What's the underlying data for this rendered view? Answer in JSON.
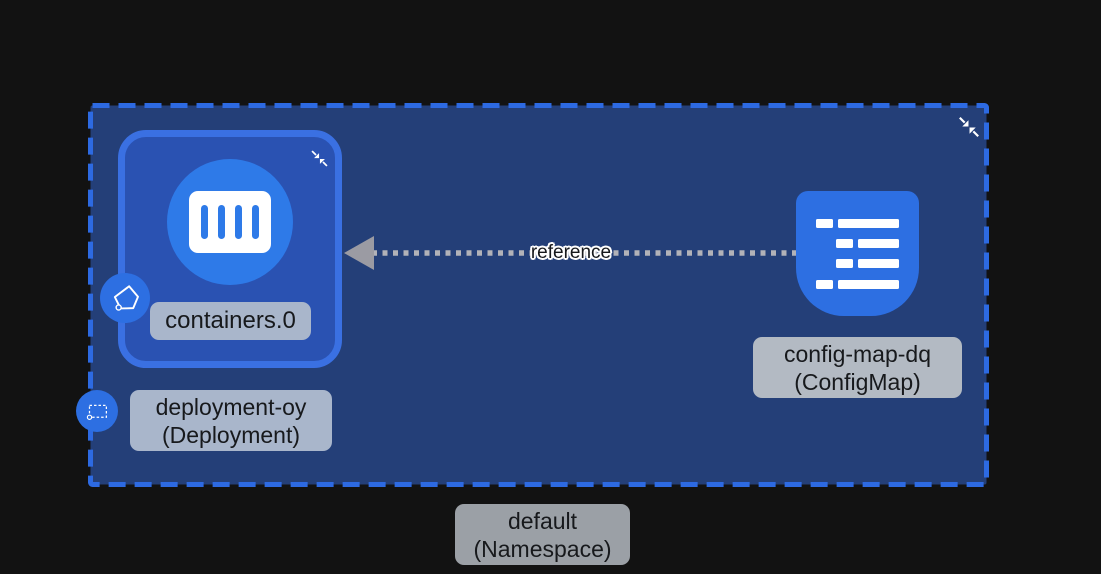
{
  "app": {
    "name": "kubernetes-resource-graph"
  },
  "theme": {
    "canvas-bg": "#121212",
    "namespace-fill": "#243f78",
    "namespace-stroke": "#2d6ae2",
    "node-fill": "#2a52b2",
    "node-stroke": "#3a70e2",
    "icon-blue": "#2e7ae8",
    "badge-blue": "#2d6fe2",
    "edge-gray": "#b2b2b8",
    "arrow-gray": "#9b9ba3",
    "label-bg-blue": "#a9b6cb",
    "label-bg-gray": "#9ba0a6",
    "label-text": "#17191c"
  },
  "namespace": {
    "label": {
      "line1": "default",
      "line2": "(Namespace)"
    },
    "collapse_icon": "collapse-arrows"
  },
  "deployment": {
    "label": {
      "line1": "deployment-oy",
      "line2": "(Deployment)"
    },
    "container_label": "containers.0",
    "badges": [
      "pod-pentagon-icon",
      "deployment-dashed-rect-icon"
    ],
    "collapse_icon": "collapse-arrows"
  },
  "configmap": {
    "label": {
      "line1": "config-map-dq",
      "line2": "(ConfigMap)"
    },
    "icon": "configmap-list-icon"
  },
  "edge": {
    "label": "reference",
    "style": "dotted",
    "direction": "configmap-to-deployment"
  }
}
